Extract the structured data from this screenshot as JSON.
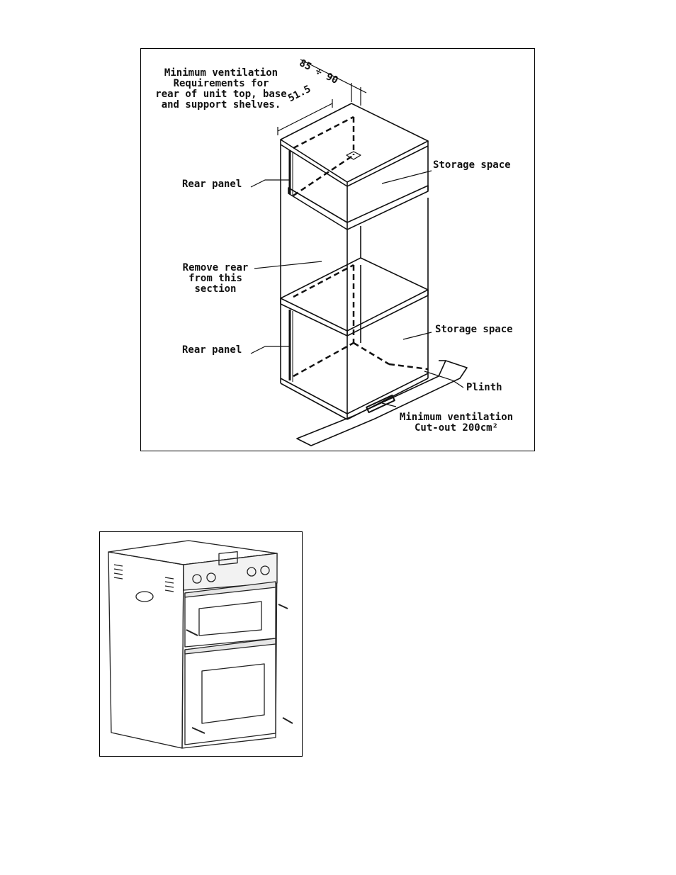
{
  "figure1": {
    "labels": {
      "min_vent_req": [
        "Minimum ventilation",
        "Requirements for",
        "rear of unit top, base",
        "and support shelves."
      ],
      "rear_panel_top": "Rear panel",
      "rear_panel_bottom": "Rear panel",
      "remove_rear": [
        "Remove rear",
        "from this",
        "section"
      ],
      "storage_top": "Storage space",
      "storage_bottom": "Storage space",
      "plinth": "Plinth",
      "min_vent_cutout": [
        "Minimum ventilation",
        "Cut-out 200cm²"
      ]
    },
    "dimensions": {
      "depth": "51.5",
      "gap": "85 ÷ 90"
    }
  }
}
